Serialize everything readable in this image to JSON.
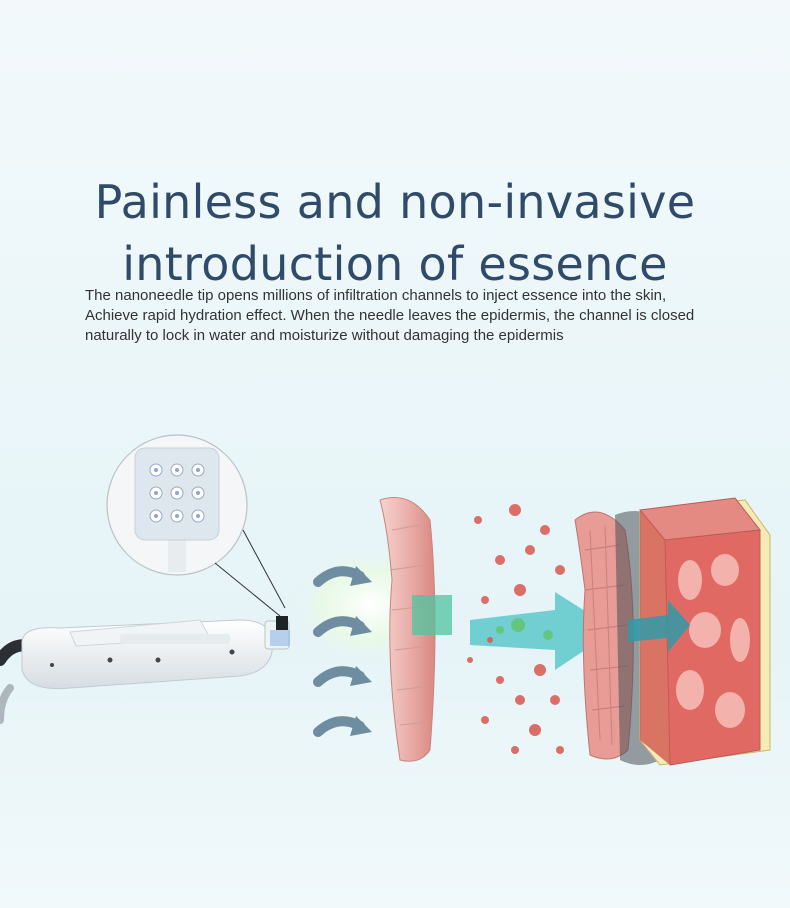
{
  "heading": {
    "line1": "Painless and non-invasive",
    "line2": "introduction of essence"
  },
  "description": {
    "line1": "The nanoneedle tip opens millions of infiltration channels to inject essence into the skin,",
    "line2": "Achieve rapid hydration effect. When the needle leaves the epidermis, the channel is closed",
    "line3": "naturally to lock in water and moisturize without damaging the epidermis"
  },
  "colors": {
    "heading": "#304b69",
    "text": "#333333",
    "skin": "#e9a7a5",
    "tissue": "#d9584f",
    "arrow": "#6f8da0",
    "essence": "#3fbfc0"
  },
  "icons": [
    "zoom-circle",
    "needle-head",
    "device-handle",
    "flow-arrow",
    "skin-layer",
    "tissue-block"
  ]
}
